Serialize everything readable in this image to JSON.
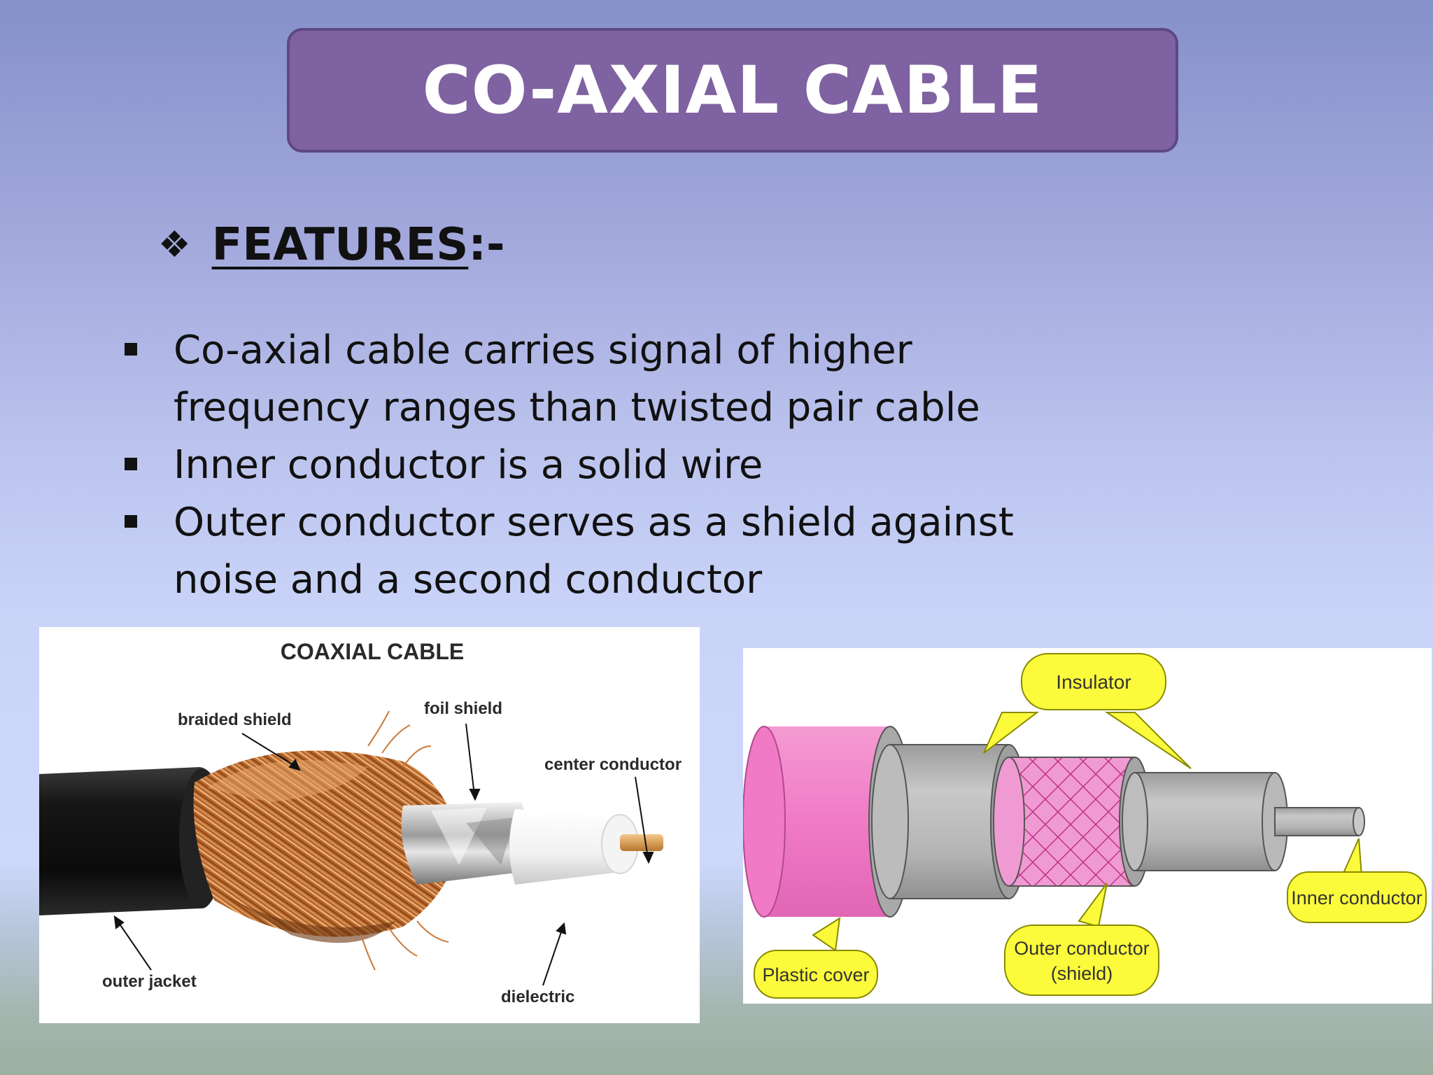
{
  "slide": {
    "title": "CO-AXIAL CABLE",
    "features_label": "FEATURES",
    "features_suffix": ":-",
    "bullets": [
      {
        "line1": " Co-axial cable carries signal of higher",
        "line2": "frequency ranges than twisted pair cable"
      },
      {
        "line1": "Inner conductor is a solid wire",
        "line2": ""
      },
      {
        "line1": "Outer conductor serves as a shield against",
        "line2": " noise and a second conductor"
      }
    ]
  },
  "photo_diagram": {
    "title": "COAXIAL CABLE",
    "labels": {
      "braided_shield": "braided shield",
      "foil_shield": "foil shield",
      "center_conductor": "center conductor",
      "outer_jacket": "outer jacket",
      "dielectric": "dielectric"
    }
  },
  "schematic_diagram": {
    "labels": {
      "insulator": "Insulator",
      "plastic_cover": "Plastic cover",
      "outer_conductor_line1": "Outer conductor",
      "outer_conductor_line2": "(shield)",
      "inner_conductor": "Inner conductor"
    },
    "colors": {
      "callout_fill": "#fbfb3c",
      "cover_pink": "#f07ac6",
      "shield_pink": "#f09ad4",
      "gray": "#b8b8b8"
    }
  }
}
